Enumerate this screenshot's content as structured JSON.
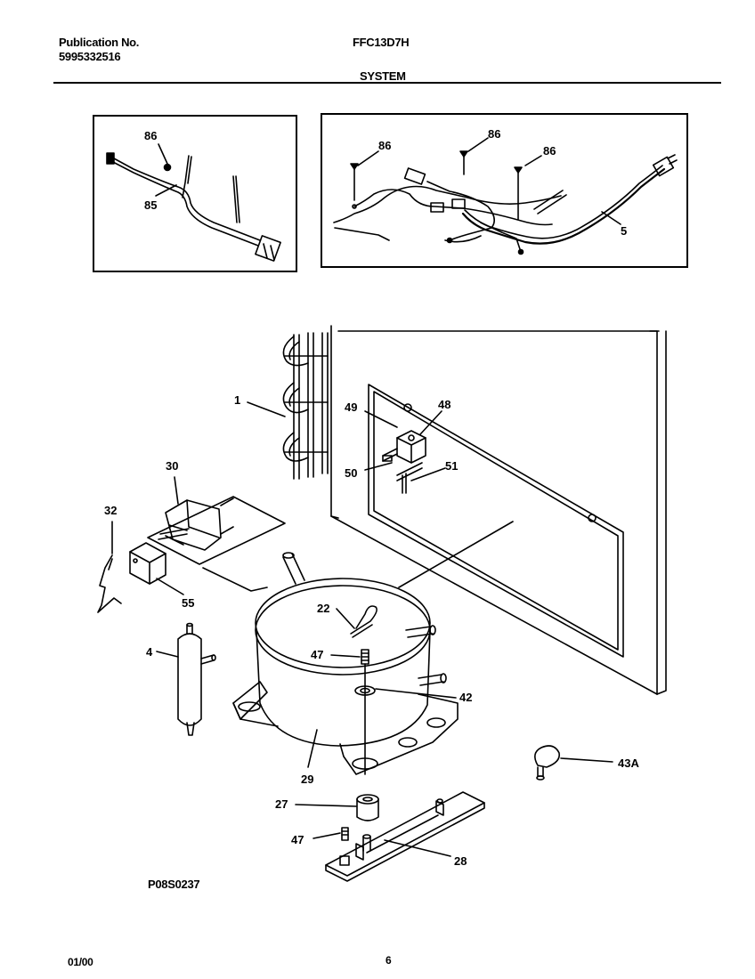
{
  "header": {
    "publication_label": "Publication No.",
    "publication_number": "5995332516",
    "model": "FFC13D7H",
    "section": "SYSTEM"
  },
  "footer": {
    "drawing_code": "P08S0237",
    "date": "01/00",
    "page": "6"
  },
  "callouts": {
    "c86_a": "86",
    "c85": "85",
    "c86_b": "86",
    "c86_c": "86",
    "c86_d": "86",
    "c5": "5",
    "c1": "1",
    "c49": "49",
    "c48": "48",
    "c50": "50",
    "c51": "51",
    "c30": "30",
    "c32": "32",
    "c55": "55",
    "c4": "4",
    "c22": "22",
    "c47_a": "47",
    "c42": "42",
    "c29": "29",
    "c43a": "43A",
    "c27": "27",
    "c47_b": "47",
    "c28": "28"
  }
}
